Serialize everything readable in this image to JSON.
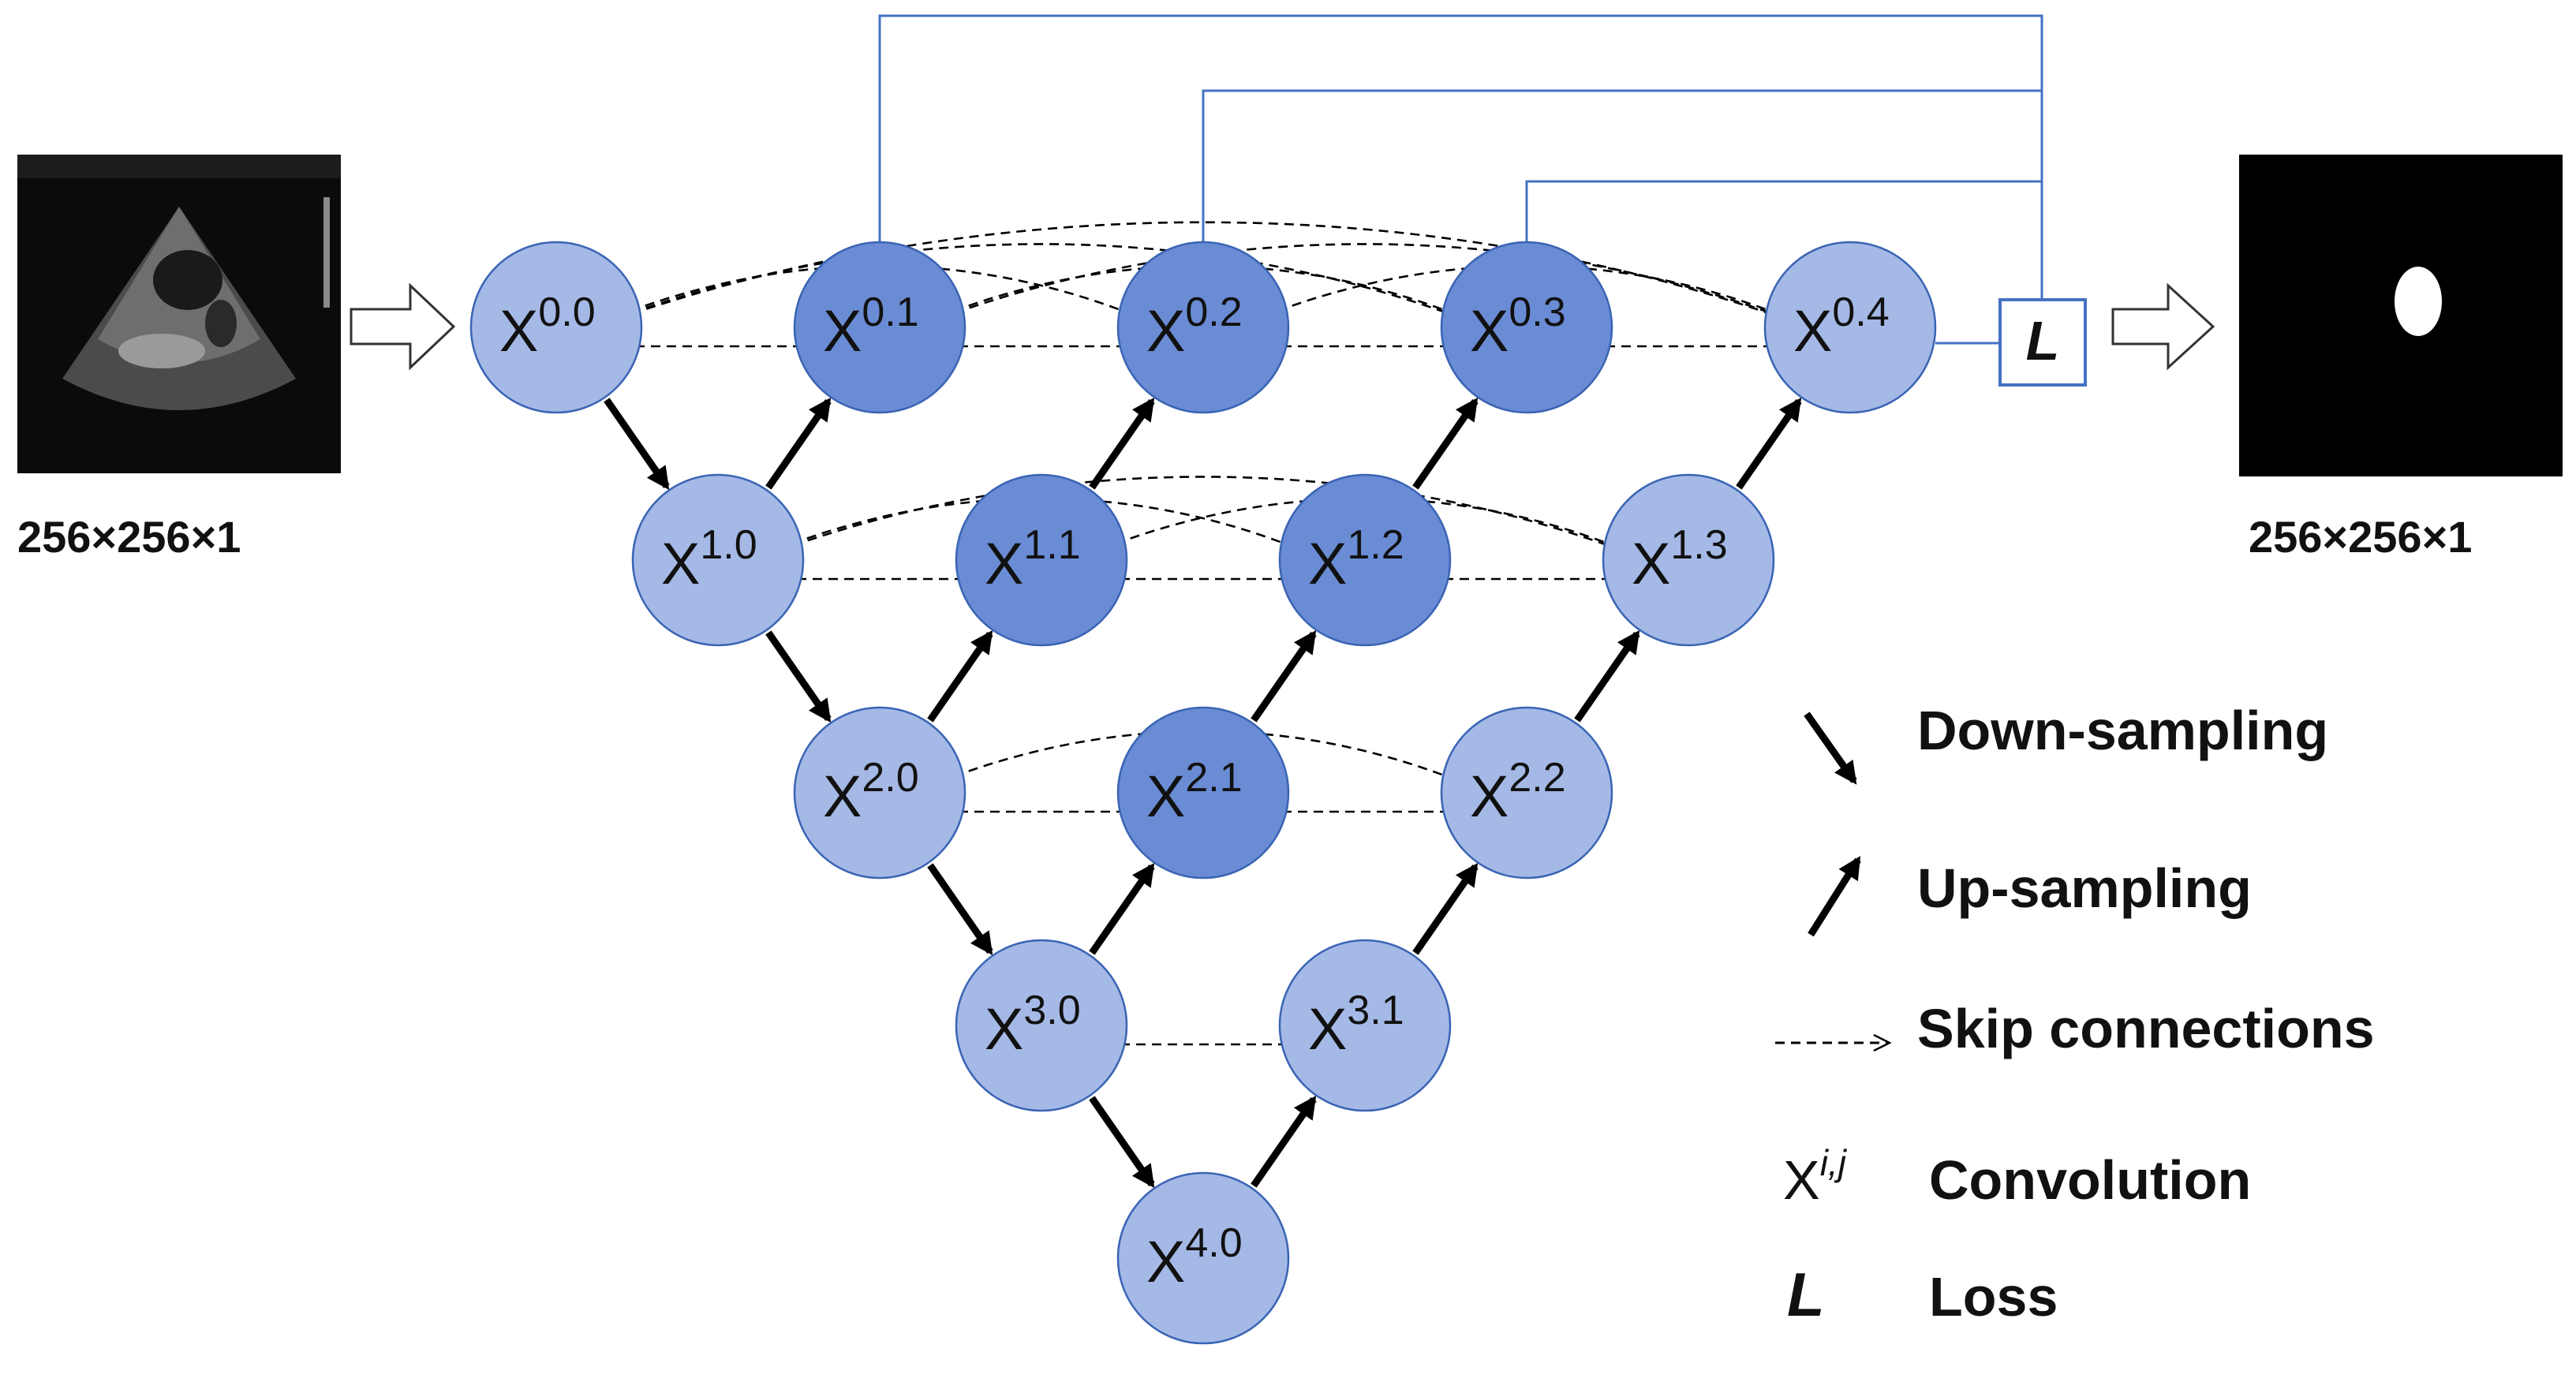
{
  "input": {
    "size_label": "256×256×1"
  },
  "output": {
    "size_label": "256×256×1"
  },
  "loss_box": {
    "letter": "L"
  },
  "nodes": [
    {
      "id": "0.0",
      "base": "X",
      "sup": "0.0",
      "dark": false
    },
    {
      "id": "1.0",
      "base": "X",
      "sup": "1.0",
      "dark": false
    },
    {
      "id": "2.0",
      "base": "X",
      "sup": "2.0",
      "dark": false
    },
    {
      "id": "3.0",
      "base": "X",
      "sup": "3.0",
      "dark": false
    },
    {
      "id": "4.0",
      "base": "X",
      "sup": "4.0",
      "dark": false
    },
    {
      "id": "0.1",
      "base": "X",
      "sup": "0.1",
      "dark": true
    },
    {
      "id": "0.2",
      "base": "X",
      "sup": "0.2",
      "dark": true
    },
    {
      "id": "0.3",
      "base": "X",
      "sup": "0.3",
      "dark": true
    },
    {
      "id": "0.4",
      "base": "X",
      "sup": "0.4",
      "dark": false
    },
    {
      "id": "1.1",
      "base": "X",
      "sup": "1.1",
      "dark": true
    },
    {
      "id": "1.2",
      "base": "X",
      "sup": "1.2",
      "dark": true
    },
    {
      "id": "1.3",
      "base": "X",
      "sup": "1.3",
      "dark": false
    },
    {
      "id": "2.1",
      "base": "X",
      "sup": "2.1",
      "dark": true
    },
    {
      "id": "2.2",
      "base": "X",
      "sup": "2.2",
      "dark": false
    },
    {
      "id": "3.1",
      "base": "X",
      "sup": "3.1",
      "dark": false
    }
  ],
  "down_edges": [
    [
      "0.0",
      "1.0"
    ],
    [
      "1.0",
      "2.0"
    ],
    [
      "2.0",
      "3.0"
    ],
    [
      "3.0",
      "4.0"
    ]
  ],
  "up_edges": [
    [
      "1.0",
      "0.1"
    ],
    [
      "2.0",
      "1.1"
    ],
    [
      "1.1",
      "0.2"
    ],
    [
      "3.0",
      "2.1"
    ],
    [
      "2.1",
      "1.2"
    ],
    [
      "1.2",
      "0.3"
    ],
    [
      "4.0",
      "3.1"
    ],
    [
      "3.1",
      "2.2"
    ],
    [
      "2.2",
      "1.3"
    ],
    [
      "1.3",
      "0.4"
    ]
  ],
  "skip_edges": [
    [
      "0.0",
      "0.1"
    ],
    [
      "0.1",
      "0.2"
    ],
    [
      "0.2",
      "0.3"
    ],
    [
      "0.3",
      "0.4"
    ],
    [
      "1.0",
      "1.1"
    ],
    [
      "1.1",
      "1.2"
    ],
    [
      "1.2",
      "1.3"
    ],
    [
      "2.0",
      "2.1"
    ],
    [
      "2.1",
      "2.2"
    ],
    [
      "3.0",
      "3.1"
    ]
  ],
  "long_skips": [
    [
      "0.0",
      "0.2"
    ],
    [
      "0.0",
      "0.3"
    ],
    [
      "0.0",
      "0.4"
    ],
    [
      "0.1",
      "0.3"
    ],
    [
      "0.1",
      "0.4"
    ],
    [
      "0.2",
      "0.4"
    ],
    [
      "1.0",
      "1.2"
    ],
    [
      "1.0",
      "1.3"
    ],
    [
      "1.1",
      "1.3"
    ],
    [
      "2.0",
      "2.2"
    ]
  ],
  "supervision_from": [
    "0.1",
    "0.2",
    "0.3"
  ],
  "legend": {
    "down": "Down-sampling",
    "up": "Up-sampling",
    "skip": "Skip connections",
    "conv_symbol": "X",
    "conv_sup": "i,j",
    "conv": "Convolution",
    "loss_symbol": "L",
    "loss": "Loss"
  },
  "colors": {
    "node_light": "#a5b9e6",
    "node_dark": "#6a8cd4",
    "node_stroke": "#3a64b4",
    "supervision_line": "#4472c4",
    "arrow": "#000000"
  }
}
